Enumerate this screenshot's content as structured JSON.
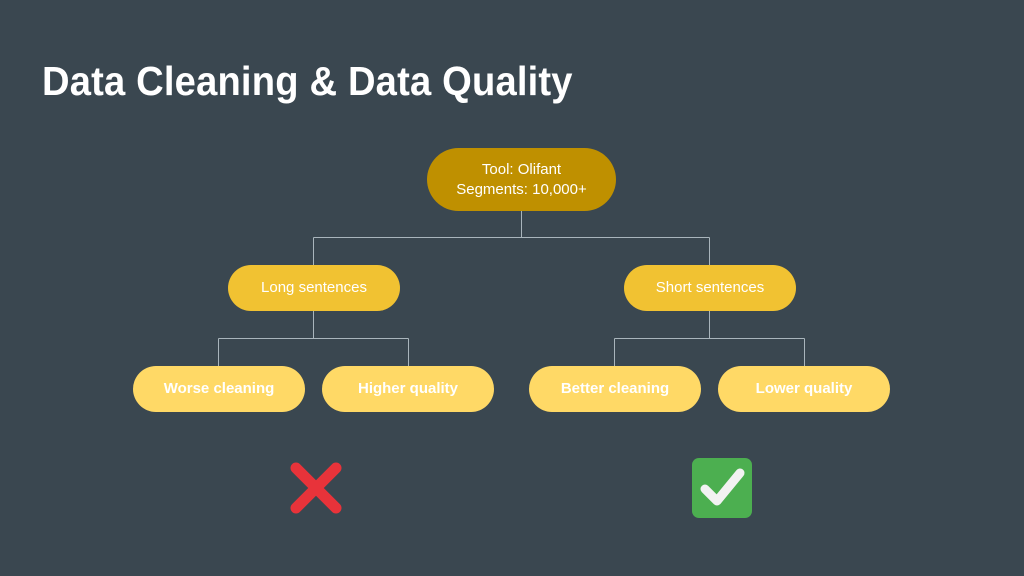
{
  "slide": {
    "background_color": "#3A4750",
    "title": "Data Cleaning & Data Quality"
  },
  "colors": {
    "background": "#3A4750",
    "root_node": "#BF9000",
    "mid_node": "#F1C232",
    "leaf_node": "#FFD966",
    "node_text": "#FFFFFF",
    "connector": "#A9B5BC",
    "cross_mark": "#E8333A",
    "check_box": "#4CAF50",
    "check_mark": "#F2F2F2"
  },
  "diagram": {
    "type": "tree",
    "root": {
      "name": "root-node",
      "line1": "Tool: Olifant",
      "line2": "Segments: 10,000+"
    },
    "branches": [
      {
        "name": "long-sentences",
        "label": "Long sentences",
        "verdict": "cross-mark",
        "leaves": [
          {
            "name": "worse-cleaning",
            "label": "Worse cleaning"
          },
          {
            "name": "higher-quality",
            "label": "Higher quality"
          }
        ]
      },
      {
        "name": "short-sentences",
        "label": "Short sentences",
        "verdict": "check-mark",
        "leaves": [
          {
            "name": "better-cleaning",
            "label": "Better cleaning"
          },
          {
            "name": "lower-quality",
            "label": "Lower quality"
          }
        ]
      }
    ]
  },
  "verdicts": {
    "left": {
      "icon": "cross-mark-icon",
      "meaning": "negative"
    },
    "right": {
      "icon": "check-mark-icon",
      "meaning": "positive"
    }
  }
}
